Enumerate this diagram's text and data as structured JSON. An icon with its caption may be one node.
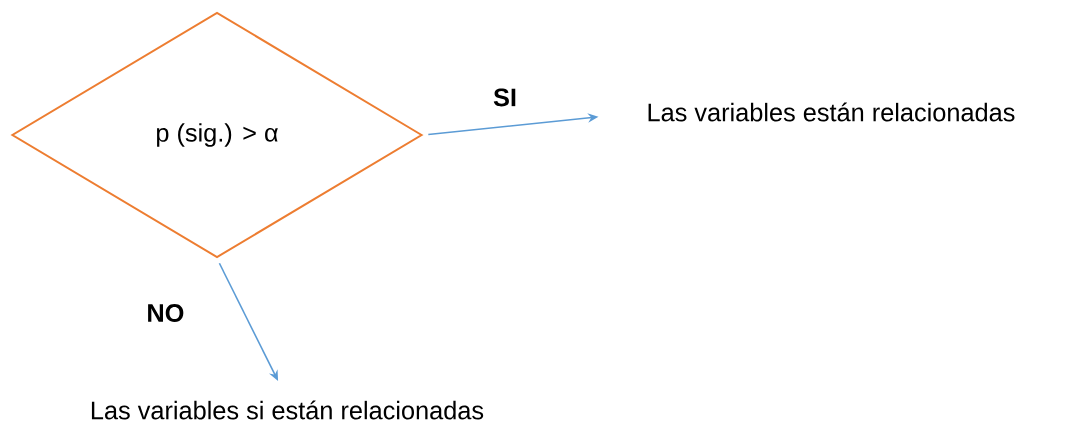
{
  "diagram": {
    "nodes": [
      {
        "text": [
          "p (sig.) > α"
        ]
      },
      {
        "text": [
          "Las variables están relacionadas"
        ]
      },
      {
        "text": [
          "Las variables si están relacionadas"
        ]
      }
    ],
    "edges": [
      {
        "from": 0,
        "to": 1,
        "arrow": "to",
        "label": "SI"
      },
      {
        "from": 0,
        "to": 2,
        "arrow": "to",
        "label": "NO"
      }
    ]
  }
}
